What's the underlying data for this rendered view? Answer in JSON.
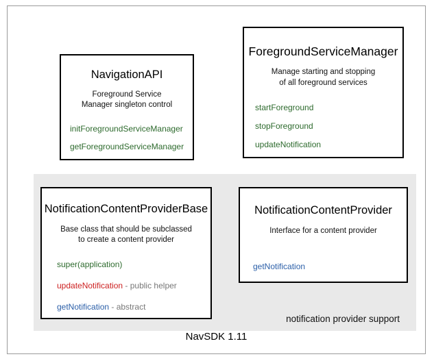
{
  "diagram": {
    "version_label": "NavSDK 1.11",
    "group_panel": {
      "label": "notification provider support"
    },
    "boxes": [
      {
        "id": "navigation-api",
        "title": "NavigationAPI",
        "description_line1": "Foreground Service",
        "description_line2": "Manager singleton control",
        "members": [
          {
            "name": "initForegroundServiceManager",
            "color": "green",
            "note": ""
          },
          {
            "name": "getForegroundServiceManager",
            "color": "green",
            "note": ""
          }
        ]
      },
      {
        "id": "foreground-service-manager",
        "title": "ForegroundServiceManager",
        "description_line1": "Manage starting and stopping",
        "description_line2": "of all foreground services",
        "members": [
          {
            "name": "startForeground",
            "color": "green",
            "note": ""
          },
          {
            "name": "stopForeground",
            "color": "green",
            "note": ""
          },
          {
            "name": "updateNotification",
            "color": "green",
            "note": ""
          }
        ]
      },
      {
        "id": "notification-content-provider-base",
        "title": "NotificationContentProviderBase",
        "description_line1": "Base class that should be subclassed",
        "description_line2": "to create a content provider",
        "members": [
          {
            "name": "super(application)",
            "color": "green",
            "note": ""
          },
          {
            "name": "updateNotification",
            "color": "red",
            "note": " - public helper"
          },
          {
            "name": "getNotification",
            "color": "blue",
            "note": " - abstract"
          }
        ]
      },
      {
        "id": "notification-content-provider",
        "title": "NotificationContentProvider",
        "description_line1": "Interface for a content provider",
        "description_line2": "",
        "members": [
          {
            "name": "getNotification",
            "color": "blue",
            "note": ""
          }
        ]
      }
    ],
    "colors": {
      "green": "#2d6a2d",
      "red": "#cc2020",
      "blue": "#2b5fa8",
      "note_grey": "#777777",
      "panel_grey": "#e9e9e9",
      "border_black": "#000000",
      "frame_grey": "#9a9a9a"
    }
  }
}
